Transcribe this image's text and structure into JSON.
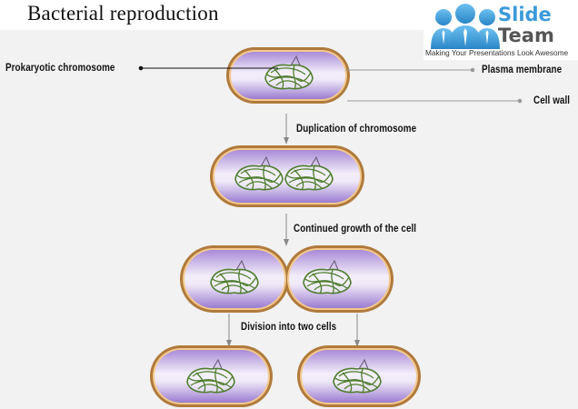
{
  "title": "Bacterial reproduction",
  "logo": {
    "name_line1": "Slide",
    "name_line2": "Team",
    "tagline": "Making Your Presentations Look Awesome",
    "icon": "people-group-icon",
    "colors": {
      "blue": "#3a9ad9",
      "gray": "#555555"
    }
  },
  "labels": {
    "prokaryotic_chromosome": "Prokaryotic chromosome",
    "plasma_membrane": "Plasma membrane",
    "cell_wall": "Cell wall"
  },
  "steps": [
    {
      "label": "Duplication of chromosome"
    },
    {
      "label": "Continued growth of the cell"
    },
    {
      "label": "Division into two cells"
    }
  ],
  "colors": {
    "cell_wall": "#b07a3c",
    "cell_wall_inner": "#f3c98d",
    "cytoplasm": "#a98ad8",
    "cytoplasm_light": "#f3eefa",
    "chromosome": "#4f7d2e",
    "arrow": "#888888"
  }
}
